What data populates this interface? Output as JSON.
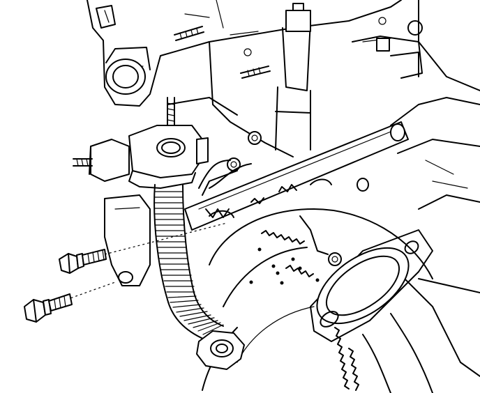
{
  "figure": {
    "kind": "line-art engine service illustration",
    "background": "#ffffff",
    "ink": "#000000"
  },
  "parts": [
    {
      "id": "upper-bolt",
      "icon": "hex-flange-bolt-icon"
    },
    {
      "id": "lower-bolt",
      "icon": "hex-flange-bolt-icon"
    },
    {
      "id": "outlet-flange",
      "icon": "flange-icon"
    },
    {
      "id": "corrugated-pipe",
      "icon": "corrugated-tube-icon"
    },
    {
      "id": "support-bracket",
      "icon": "bracket-icon"
    },
    {
      "id": "flywheel",
      "icon": "gear-icon"
    },
    {
      "id": "tube-fitting",
      "icon": "fitting-icon"
    },
    {
      "id": "engine-block",
      "icon": "engine-icon"
    }
  ]
}
